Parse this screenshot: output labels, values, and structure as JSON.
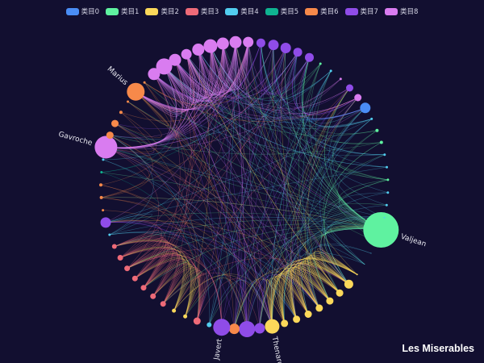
{
  "chart_data": {
    "type": "graph",
    "layout": "circular",
    "title": "Les Miserables",
    "legend": {
      "position": "top-center",
      "items": [
        {
          "name": "类目0",
          "color": "#4a8df5"
        },
        {
          "name": "类目1",
          "color": "#5ff2a0"
        },
        {
          "name": "类目2",
          "color": "#fbd85a"
        },
        {
          "name": "类目3",
          "color": "#ee6a78"
        },
        {
          "name": "类目4",
          "color": "#52cdef"
        },
        {
          "name": "类目5",
          "color": "#0fb391"
        },
        {
          "name": "类目6",
          "color": "#f7894a"
        },
        {
          "name": "类目7",
          "color": "#8f4ce8"
        },
        {
          "name": "类目8",
          "color": "#d97cf0"
        }
      ]
    },
    "nodes": [
      {
        "name": "Valjean",
        "category": 1,
        "size": 44,
        "labeled": true
      },
      {
        "name": "",
        "category": 1,
        "size": 1
      },
      {
        "name": "",
        "category": 4,
        "size": 1
      },
      {
        "name": "",
        "category": 4,
        "size": 1
      },
      {
        "name": "",
        "category": 2,
        "size": 2
      },
      {
        "name": "",
        "category": 2,
        "size": 11
      },
      {
        "name": "",
        "category": 2,
        "size": 9
      },
      {
        "name": "",
        "category": 2,
        "size": 9
      },
      {
        "name": "",
        "category": 2,
        "size": 9
      },
      {
        "name": "",
        "category": 2,
        "size": 9
      },
      {
        "name": "",
        "category": 2,
        "size": 9
      },
      {
        "name": "",
        "category": 2,
        "size": 9
      },
      {
        "name": "Thenardier",
        "category": 2,
        "size": 18,
        "labeled": true
      },
      {
        "name": "",
        "category": 7,
        "size": 13
      },
      {
        "name": "",
        "category": 7,
        "size": 20
      },
      {
        "name": "",
        "category": 6,
        "size": 13
      },
      {
        "name": "Javert",
        "category": 7,
        "size": 21,
        "labeled": true
      },
      {
        "name": "",
        "category": 4,
        "size": 6
      },
      {
        "name": "",
        "category": 3,
        "size": 9
      },
      {
        "name": "",
        "category": 2,
        "size": 5
      },
      {
        "name": "",
        "category": 2,
        "size": 5
      },
      {
        "name": "",
        "category": 3,
        "size": 7
      },
      {
        "name": "",
        "category": 3,
        "size": 7
      },
      {
        "name": "",
        "category": 3,
        "size": 7
      },
      {
        "name": "",
        "category": 3,
        "size": 7
      },
      {
        "name": "",
        "category": 3,
        "size": 7
      },
      {
        "name": "",
        "category": 3,
        "size": 7
      },
      {
        "name": "",
        "category": 3,
        "size": 6
      },
      {
        "name": "",
        "category": 4,
        "size": 3
      },
      {
        "name": "",
        "category": 7,
        "size": 13
      },
      {
        "name": "",
        "category": 6,
        "size": 3
      },
      {
        "name": "",
        "category": 6,
        "size": 4
      },
      {
        "name": "",
        "category": 6,
        "size": 4
      },
      {
        "name": "",
        "category": 5,
        "size": 3
      },
      {
        "name": "",
        "category": 4,
        "size": 3
      },
      {
        "name": "Gavroche",
        "category": 8,
        "size": 28,
        "labeled": true
      },
      {
        "name": "",
        "category": 6,
        "size": 9
      },
      {
        "name": "",
        "category": 6,
        "size": 9
      },
      {
        "name": "",
        "category": 6,
        "size": 4
      },
      {
        "name": "",
        "category": 6,
        "size": 3
      },
      {
        "name": "Marius",
        "category": 6,
        "size": 22,
        "labeled": true
      },
      {
        "name": "",
        "category": 6,
        "size": 3
      },
      {
        "name": "",
        "category": 8,
        "size": 15
      },
      {
        "name": "",
        "category": 8,
        "size": 20
      },
      {
        "name": "",
        "category": 8,
        "size": 15
      },
      {
        "name": "",
        "category": 8,
        "size": 13
      },
      {
        "name": "",
        "category": 8,
        "size": 15
      },
      {
        "name": "",
        "category": 8,
        "size": 17
      },
      {
        "name": "",
        "category": 8,
        "size": 15
      },
      {
        "name": "",
        "category": 8,
        "size": 15
      },
      {
        "name": "",
        "category": 8,
        "size": 13
      },
      {
        "name": "",
        "category": 7,
        "size": 11
      },
      {
        "name": "",
        "category": 7,
        "size": 13
      },
      {
        "name": "",
        "category": 7,
        "size": 13
      },
      {
        "name": "",
        "category": 7,
        "size": 11
      },
      {
        "name": "",
        "category": 7,
        "size": 11
      },
      {
        "name": "",
        "category": 1,
        "size": 3
      },
      {
        "name": "",
        "category": 4,
        "size": 3
      },
      {
        "name": "",
        "category": 8,
        "size": 3
      },
      {
        "name": "",
        "category": 7,
        "size": 9
      },
      {
        "name": "",
        "category": 8,
        "size": 9
      },
      {
        "name": "",
        "category": 0,
        "size": 13
      },
      {
        "name": "",
        "category": 4,
        "size": 3
      },
      {
        "name": "",
        "category": 1,
        "size": 4
      },
      {
        "name": "",
        "category": 1,
        "size": 4
      },
      {
        "name": "",
        "category": 4,
        "size": 3
      },
      {
        "name": "",
        "category": 4,
        "size": 3
      },
      {
        "name": "",
        "category": 1,
        "size": 3
      },
      {
        "name": "",
        "category": 4,
        "size": 3
      },
      {
        "name": "",
        "category": 4,
        "size": 3
      },
      {
        "name": "",
        "category": 4,
        "size": 2
      }
    ]
  }
}
